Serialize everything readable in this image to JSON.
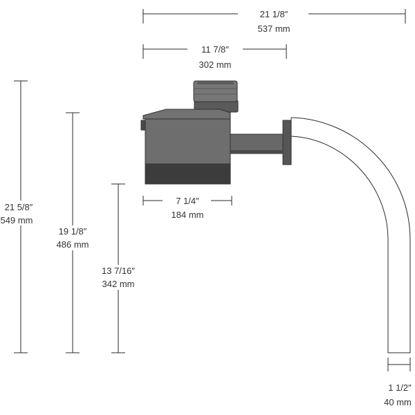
{
  "dimensions": {
    "overall_width": {
      "imperial": "21 1/8″",
      "metric": "537 mm"
    },
    "head_width": {
      "imperial": "11 7/8″",
      "metric": "302 mm"
    },
    "housing_width": {
      "imperial": "7 1/4″",
      "metric": "184 mm"
    },
    "overall_height": {
      "imperial": "21 5/8″",
      "metric": "549 mm"
    },
    "sensor_height": {
      "imperial": "19 1/8″",
      "metric": "486 mm"
    },
    "housing_height": {
      "imperial": "13 7/16″",
      "metric": "342 mm"
    },
    "pipe_diameter": {
      "imperial": "1 1/2″",
      "metric": "40 mm"
    }
  },
  "colors": {
    "line": "#2a2a2a",
    "housing_top": "#707070",
    "housing_body": "#6a6a6a",
    "housing_bottom": "#3c3c3c",
    "sensor": "#6b6b6b",
    "arm": "#686868",
    "arm_dark": "#4a4a4a",
    "pipe": "#ffffff"
  }
}
